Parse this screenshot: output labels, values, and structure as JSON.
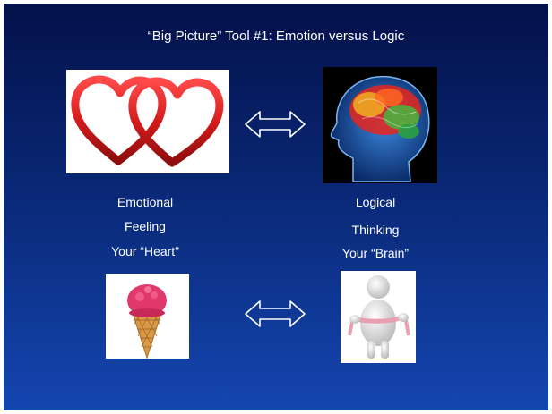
{
  "slide": {
    "title": "“Big Picture” Tool #1: Emotion versus Logic",
    "left_column": {
      "line1": "Emotional",
      "line2": "Feeling",
      "line3": "Your “Heart”"
    },
    "right_column": {
      "line1": "Logical",
      "line2": "Thinking",
      "line3": "Your “Brain”"
    },
    "images": {
      "top_left": "intertwined-hearts",
      "top_right": "glowing-brain-head",
      "bottom_left": "ice-cream-cone",
      "bottom_right": "figure-with-measuring-tape"
    },
    "icons": {
      "top_arrow": "double-arrow-icon",
      "bottom_arrow": "double-arrow-icon"
    },
    "colors": {
      "background_top": "#04114a",
      "background_bottom": "#1446b0",
      "text": "#ffffff",
      "heart_red": "#d42020"
    }
  }
}
